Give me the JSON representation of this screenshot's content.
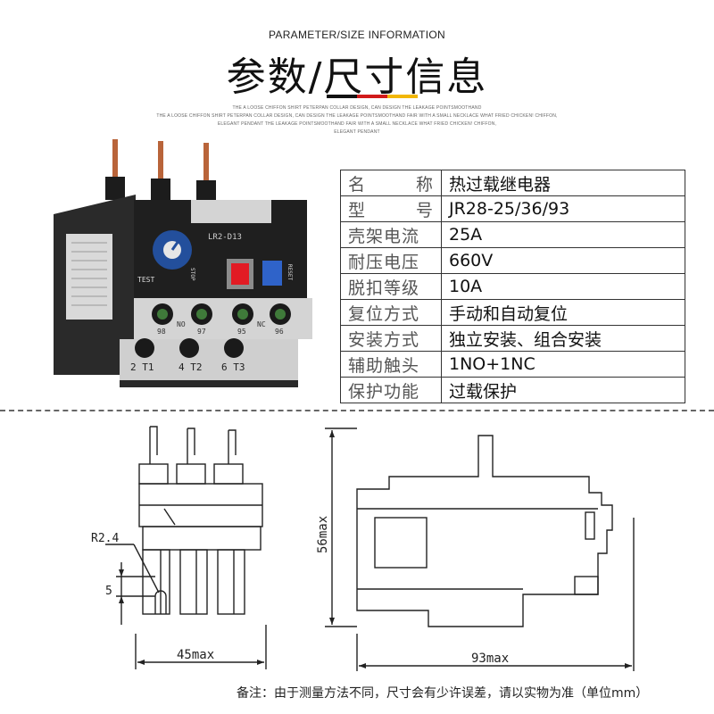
{
  "header": {
    "subtitle_en": "PARAMETER/SIZE INFORMATION",
    "title_cn": "参数/尺寸信息",
    "fine_print": [
      "THE A LOOSE CHIFFON SHIRT PETERPAN COLLAR DESIGN, CAN DESIGN THE LEAKAGE POINTSMOOTHAND",
      "THE A LOOSE CHIFFON SHIRT PETERPAN COLLAR DESIGN, CAN DESIGN THE LEAKAGE POINTSMOOTHAND  FAIR WITH A SMALL NECKLACE WHAT FRIED CHICKEN! CHIFFON,",
      "ELEGANT PENDANT THE LEAKAGE POINTSMOOTHAND  FAIR WITH A SMALL NECKLACE WHAT FRIED CHICKEN! CHIFFON,",
      "ELEGANT PENDANT"
    ],
    "flag_colors": [
      "#111111",
      "#d11a1a",
      "#f2b705"
    ]
  },
  "product": {
    "terminal_top": [
      "98",
      "NO",
      "97",
      "95",
      "NC",
      "96"
    ],
    "terminal_bottom": [
      "2 T1",
      "4 T2",
      "6 T3"
    ],
    "labels": {
      "test": "TEST",
      "stop": "STOP",
      "reset": "RESET",
      "model": "LR2-D13"
    }
  },
  "spec_table": [
    {
      "key_chars": [
        "名",
        "称"
      ],
      "value": "热过载继电器"
    },
    {
      "key_chars": [
        "型",
        "号"
      ],
      "value": "JR28-25/36/93"
    },
    {
      "key_chars": [
        "壳架电流"
      ],
      "value": "25A"
    },
    {
      "key_chars": [
        "耐压电压"
      ],
      "value": "660V"
    },
    {
      "key_chars": [
        "脱扣等级"
      ],
      "value": "10A"
    },
    {
      "key_chars": [
        "复位方式"
      ],
      "value": "手动和自动复位"
    },
    {
      "key_chars": [
        "安装方式"
      ],
      "value": "独立安装、组合安装"
    },
    {
      "key_chars": [
        "辅助触头"
      ],
      "value": "1NO+1NC"
    },
    {
      "key_chars": [
        "保护功能"
      ],
      "value": "过载保护"
    }
  ],
  "drawings": {
    "front": {
      "radius_label": "R2.4",
      "slot_label": "5",
      "width_label": "45max"
    },
    "side": {
      "height_label": "56max",
      "width_label": "93max"
    }
  },
  "footnote": "备注：由于测量方法不同，尺寸会有少许误差，请以实物为准（单位mm）"
}
